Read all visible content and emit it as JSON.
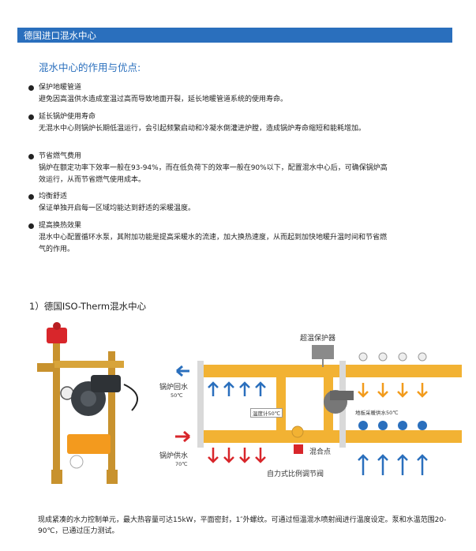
{
  "header": {
    "title": "德国进口混水中心"
  },
  "section_heading": "混水中心的作用与优点:",
  "advantages": [
    {
      "title": "保护地暖管道",
      "desc": "避免因高温供水造成室温过高而导致地面开裂，延长地暖管道系统的使用寿命。"
    },
    {
      "title": "延长锅炉使用寿命",
      "desc": "无混水中心则锅炉长期低温运行，会引起频繁启动和冷凝水倒灌进炉膛，造成锅炉寿命缩短和能耗增加。"
    },
    {
      "title": "节省燃气费用",
      "desc": "锅炉在额定功率下效率一般在93-94%，而在低负荷下的效率一般在90%以下，配置混水中心后，可确保锅炉高效运行，从而节省燃气使用成本。"
    },
    {
      "title": "均衡舒适",
      "desc": "保证单独开启每一区域均能达到舒适的采暖温度。"
    },
    {
      "title": "提高换热效果",
      "desc": "混水中心配置循环水泵，其附加功能是提高采暖水的流速，加大换热速度，从而起到加快地暖升温时间和节省燃气的作用。"
    }
  ],
  "product": {
    "title": "1）德国ISO-Therm混水中心",
    "diagram": {
      "overheat_protector": "超温保护器",
      "boiler_return": "锅炉回水",
      "boiler_return_temp": "50℃",
      "boiler_supply": "锅炉供水",
      "boiler_supply_temp": "70℃",
      "thermometer": "温度计50℃",
      "floor_supply": "地板采暖供水50℃",
      "mixing_point": "混合点",
      "valve": "自力式比例调节阀"
    },
    "description": "现成紧凑的水力控制单元，最大热容量可达15kW，平面密封，1″外螺纹。可通过恒温混水喷射阀进行温度设定。泵和水温范围20-90℃，已通过压力测试。"
  },
  "colors": {
    "accent": "#2a6fbd",
    "pipe": "#f2b233",
    "hot_arrow": "#d8262b",
    "cold_arrow": "#2a6fbd",
    "floor_arrow": "#f29b1c"
  }
}
